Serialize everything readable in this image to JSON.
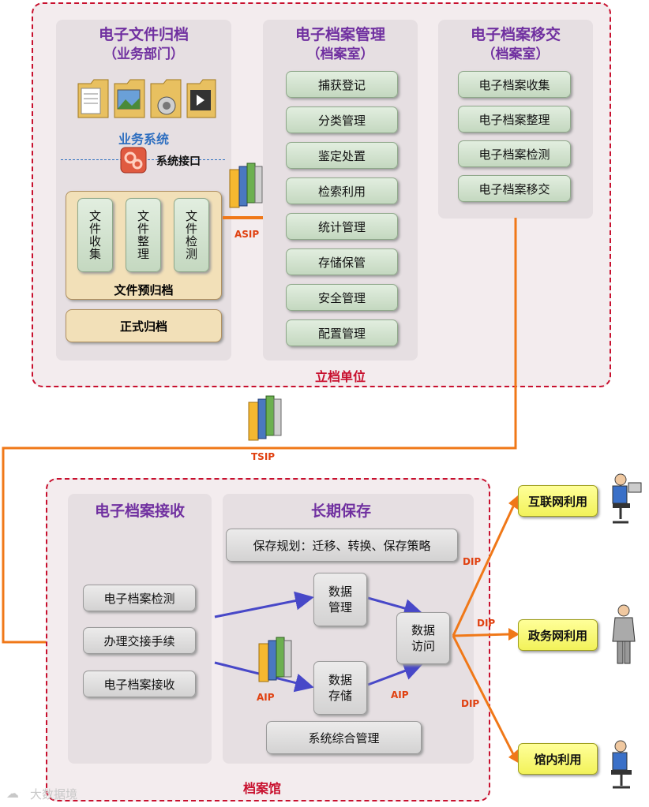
{
  "top": {
    "unit_label": "立档单位",
    "archiving": {
      "title": "电子文件归档",
      "subtitle": "（业务部门）",
      "business_system": "业务系统",
      "system_interface": "系统接口",
      "pre_items": [
        "文件收集",
        "文件整理",
        "文件检测"
      ],
      "pre_archive": "文件预归档",
      "formal_archive": "正式归档"
    },
    "management": {
      "title": "电子档案管理",
      "subtitle": "（档案室）",
      "items": [
        "捕获登记",
        "分类管理",
        "鉴定处置",
        "检索利用",
        "统计管理",
        "存储保管",
        "安全管理",
        "配置管理"
      ]
    },
    "transfer": {
      "title": "电子档案移交",
      "subtitle": "（档案室）",
      "items": [
        "电子档案收集",
        "电子档案整理",
        "电子档案检测",
        "电子档案移交"
      ]
    },
    "asip": "ASIP"
  },
  "tsip": "TSIP",
  "bottom": {
    "unit_label": "档案馆",
    "receiving": {
      "title": "电子档案接收",
      "items": [
        "电子档案检测",
        "办理交接手续",
        "电子档案接收"
      ]
    },
    "preservation": {
      "title": "长期保存",
      "plan": "保存规划：迁移、转换、保存策略",
      "data_mgmt": "数据管理",
      "data_storage": "数据存储",
      "data_access": "数据访问",
      "system_mgmt": "系统综合管理",
      "aip1": "AIP",
      "aip2": "AIP"
    },
    "dip": [
      "DIP",
      "DIP",
      "DIP"
    ],
    "outputs": [
      "互联网利用",
      "政务网利用",
      "馆内利用"
    ]
  },
  "watermark": "大数据境",
  "colors": {
    "accent_purple": "#7030a0",
    "dashed_red": "#c8102e",
    "arrow_orange": "#f07818",
    "arrow_blue": "#4848c8"
  }
}
